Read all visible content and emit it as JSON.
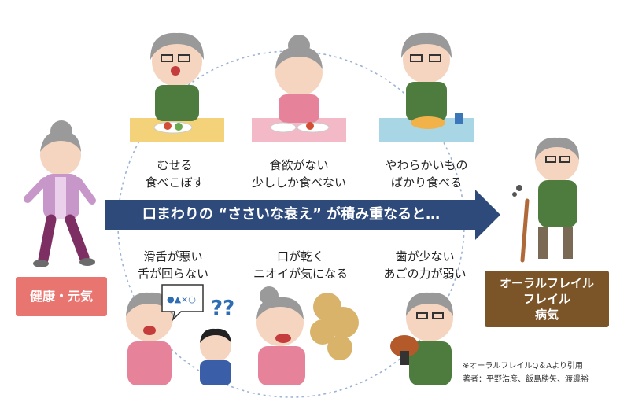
{
  "captions": {
    "top_left": [
      "むせる",
      "食べこぼす"
    ],
    "top_center": [
      "食欲がない",
      "少ししか食べない"
    ],
    "top_right": [
      "やわらかいもの",
      "ばかり食べる"
    ],
    "bottom_left": [
      "滑舌が悪い",
      "舌が回らない"
    ],
    "bottom_center": [
      "口が乾く",
      "ニオイが気になる"
    ],
    "bottom_right": [
      "歯が少ない",
      "あごの力が弱い"
    ]
  },
  "arrow_text": "口まわりの “ささいな衰え” が積み重なると…",
  "left_box": "健康・元気",
  "right_box": [
    "オーラルフレイル",
    "フレイル",
    "病気"
  ],
  "credits": {
    "source": "※オーラルフレイルQ＆Aより引用",
    "authors": "著者：平野浩彦、飯島勝矢、渡邊裕"
  },
  "colors": {
    "arrow": "#2e4a7b",
    "healthy_box": "#e8756f",
    "frailty_box": "#7b5428",
    "circle": "#9bb3d6"
  }
}
